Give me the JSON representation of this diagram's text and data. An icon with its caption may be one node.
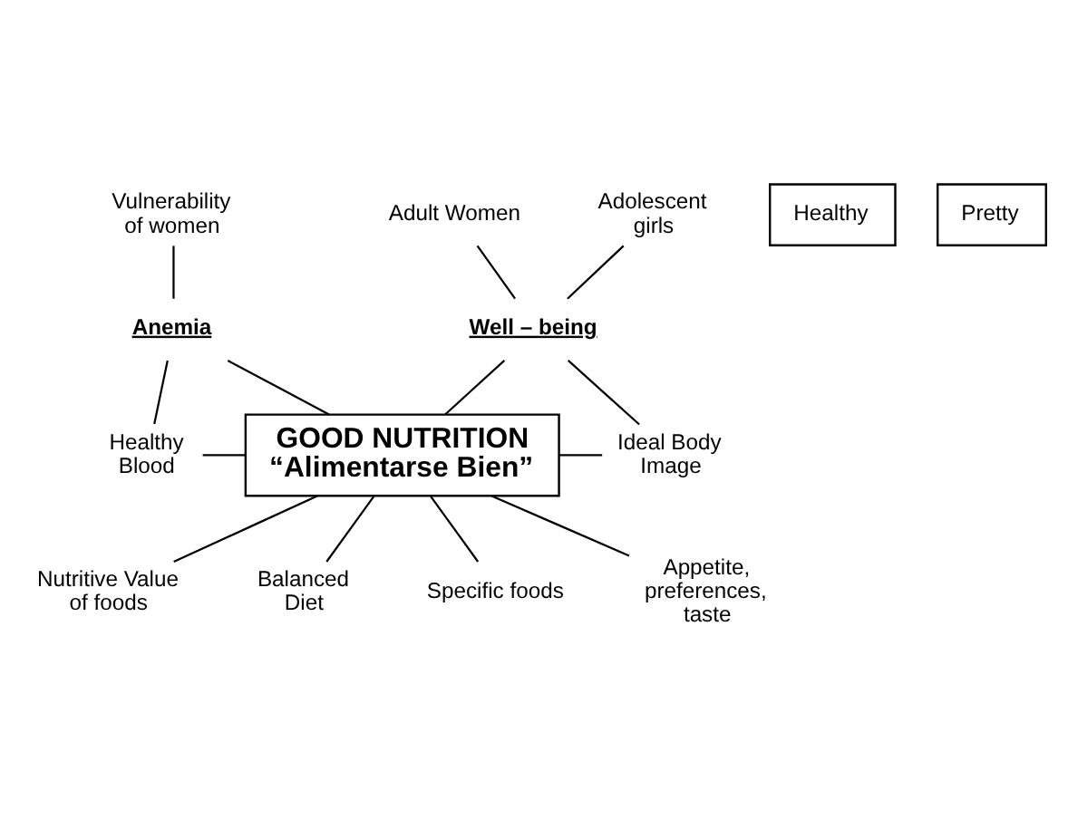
{
  "diagram": {
    "nodes": [
      {
        "text": [
          "Vulnerability of women"
        ]
      },
      {
        "text": [
          "Healthy"
        ]
      },
      {
        "text": [
          "Pretty"
        ]
      },
      {
        "text": [
          "Adult Women"
        ]
      },
      {
        "text": [
          "Adolescent girls"
        ]
      },
      {
        "text": [
          "Anemia"
        ]
      },
      {
        "text": [
          "Well – being"
        ]
      },
      {
        "text": [
          "Healthy Blood"
        ]
      },
      {
        "text": [
          "GOOD NUTRITION",
          "“Alimentarse Bien”"
        ]
      },
      {
        "text": [
          "Ideal Body Image"
        ]
      },
      {
        "text": [
          "Nutritive Value of foods"
        ]
      },
      {
        "text": [
          "Balanced Diet"
        ]
      },
      {
        "text": [
          "Specific foods"
        ]
      },
      {
        "text": [
          "Appetite, preferences, taste"
        ]
      }
    ],
    "edges": [
      {
        "from": 0,
        "to": 5,
        "arrow": "none"
      },
      {
        "from": 3,
        "to": 6,
        "arrow": "none"
      },
      {
        "from": 4,
        "to": 6,
        "arrow": "none"
      },
      {
        "from": 5,
        "to": 7,
        "arrow": "none"
      },
      {
        "from": 5,
        "to": 8,
        "arrow": "none"
      },
      {
        "from": 6,
        "to": 8,
        "arrow": "none"
      },
      {
        "from": 6,
        "to": 9,
        "arrow": "none"
      },
      {
        "from": 7,
        "to": 8,
        "arrow": "none"
      },
      {
        "from": 8,
        "to": 9,
        "arrow": "none"
      },
      {
        "from": 8,
        "to": 10,
        "arrow": "none"
      },
      {
        "from": 8,
        "to": 11,
        "arrow": "none"
      },
      {
        "from": 8,
        "to": 12,
        "arrow": "none"
      },
      {
        "from": 8,
        "to": 13,
        "arrow": "none"
      }
    ]
  }
}
